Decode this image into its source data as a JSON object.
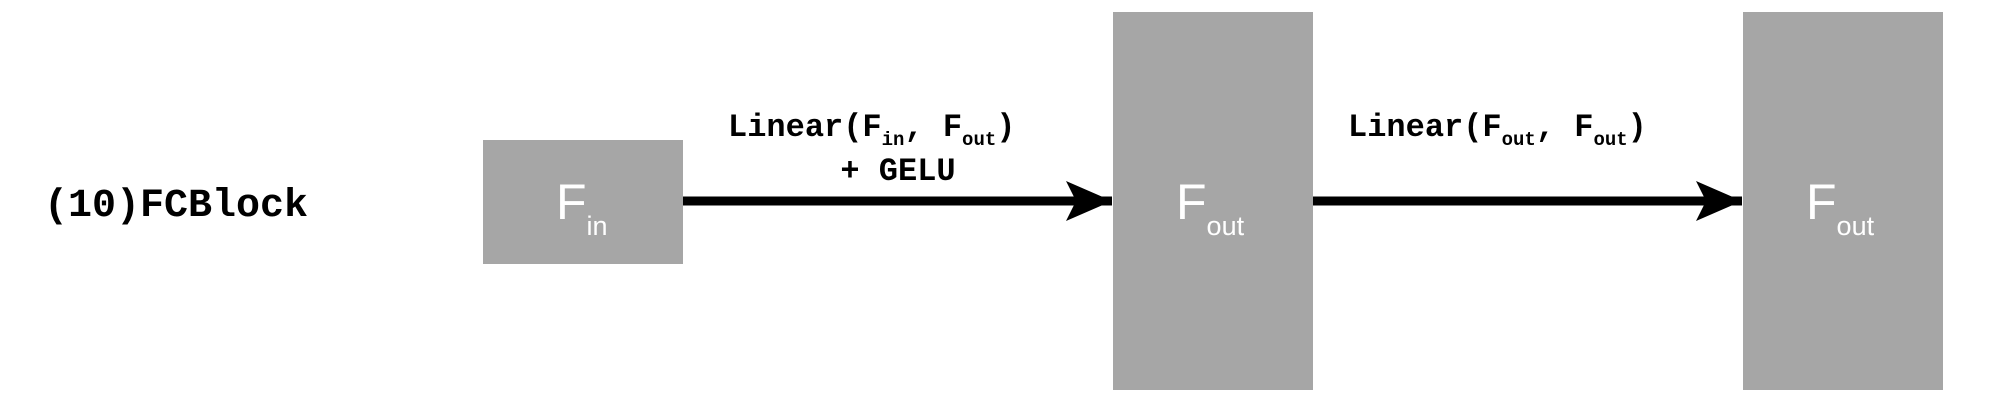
{
  "block_label": "(10)FCBlock",
  "colors": {
    "box_fill": "#a6a6a6",
    "box_text": "#ffffff",
    "arrow": "#000000",
    "text": "#000000"
  },
  "nodes": [
    {
      "id": "input",
      "symbol": "F",
      "subscript": "in"
    },
    {
      "id": "hidden",
      "symbol": "F",
      "subscript": "out"
    },
    {
      "id": "output",
      "symbol": "F",
      "subscript": "out"
    }
  ],
  "edges": [
    {
      "from": "input",
      "to": "hidden",
      "op": "Linear",
      "arg1": {
        "symbol": "F",
        "subscript": "in"
      },
      "arg2": {
        "symbol": "F",
        "subscript": "out"
      },
      "activation": "+ GELU"
    },
    {
      "from": "hidden",
      "to": "output",
      "op": "Linear",
      "arg1": {
        "symbol": "F",
        "subscript": "out"
      },
      "arg2": {
        "symbol": "F",
        "subscript": "out"
      }
    }
  ]
}
